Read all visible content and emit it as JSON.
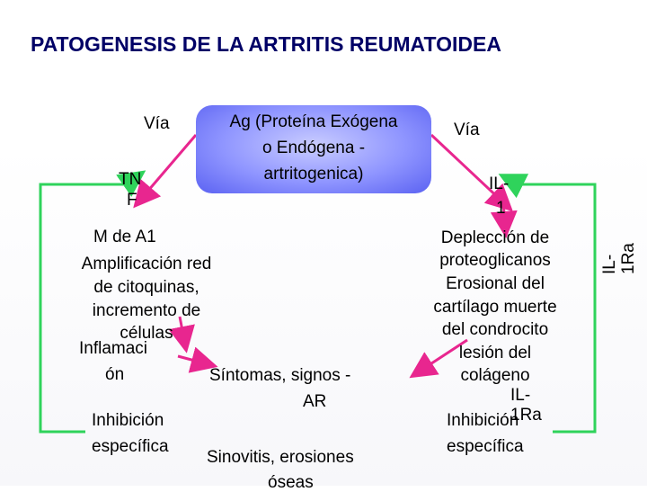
{
  "title": "PATOGENESIS DE LA ARTRITIS REUMATOIDEA",
  "center_node": {
    "line1": "Ag (Proteína Exógena",
    "line2": "o Endógena -",
    "line3": "artritogenica)"
  },
  "left": {
    "via": "Vía",
    "tnf_1": "TN",
    "tnf_2": "F",
    "mda1": "M de A1",
    "amp_1": "Amplificación red",
    "amp_2": "de citoquinas,",
    "amp_3": "incremento de",
    "amp_4": "células",
    "infl_1": "Inflamaci",
    "infl_2": "ón",
    "inh_1": "Inhibición",
    "inh_2": "específica"
  },
  "right": {
    "via": "Vía",
    "il1_1": "IL-",
    "il1_2": "1",
    "dep_1": "Deplección de",
    "dep_2": "proteoglicanos",
    "dep_3": "Erosional del",
    "dep_4": "cartílago muerte",
    "dep_5": "del condrocito",
    "dep_6": "lesión del",
    "dep_7": "colágeno",
    "ilra_1": "IL-",
    "ilra_2": "1Ra",
    "inh_1": "Inhibición",
    "inh_2": "específica",
    "vert_1": "IL-",
    "vert_2": "1Ra"
  },
  "bottom": {
    "sintomas_1": "Síntomas, signos -",
    "sintomas_2": "AR",
    "sinovitis_1": "Sinovitis, erosiones",
    "sinovitis_2": "óseas"
  },
  "colors": {
    "title": "#000066",
    "arrow_pink": "#e8268f",
    "arrow_green": "#2fd35b",
    "node_fill": "#8f95ff"
  }
}
